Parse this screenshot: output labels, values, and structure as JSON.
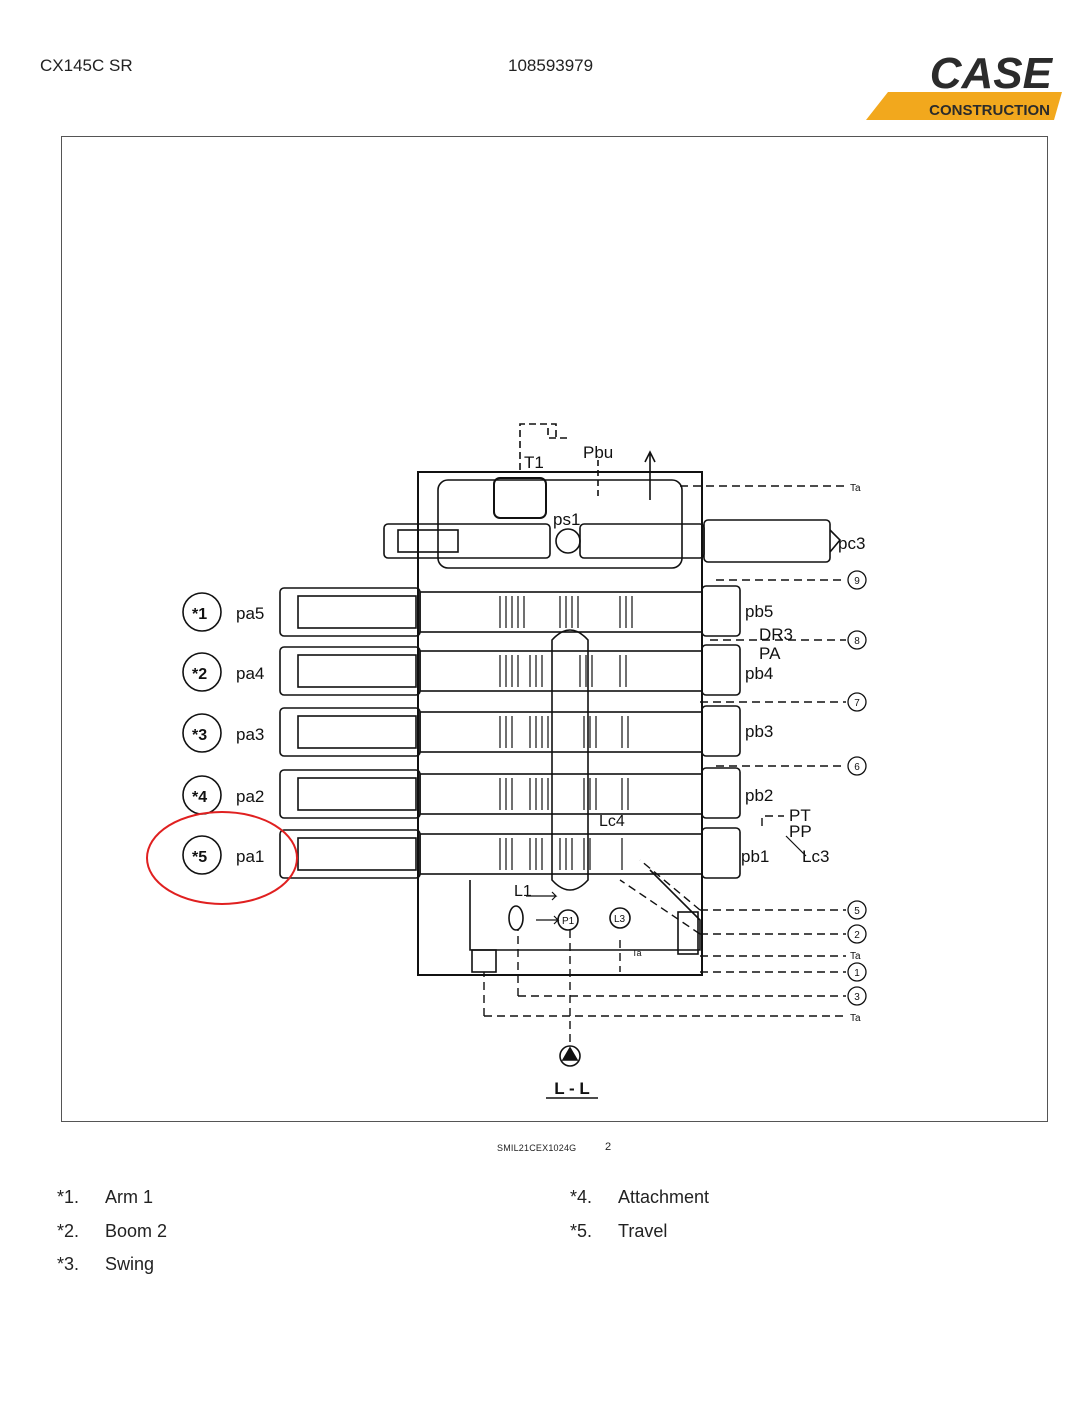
{
  "header": {
    "model": "CX145C SR",
    "doc_number": "108593979",
    "logo_text": "CASE",
    "logo_subtext": "CONSTRUCTION"
  },
  "diagram": {
    "section_label": "L - L",
    "port_labels": {
      "T1": "T1",
      "Pbu": "Pbu",
      "ps1": "ps1",
      "pc3": "pc3",
      "pa5": "pa5",
      "pa4": "pa4",
      "pa3": "pa3",
      "pa2": "pa2",
      "pa1": "pa1",
      "pb5": "pb5",
      "pb4": "pb4",
      "pb3": "pb3",
      "pb2": "pb2",
      "pb1": "pb1",
      "DR3": "DR3",
      "PA": "PA",
      "PT": "PT",
      "PP": "PP",
      "Lc3": "Lc3",
      "Lc4": "Lc4",
      "L1": "L1",
      "P1": "P1",
      "L3": "L3",
      "Ta": "Ta"
    },
    "callouts": [
      "*1",
      "*2",
      "*3",
      "*4",
      "*5"
    ],
    "right_numbers": [
      "9",
      "8",
      "7",
      "6",
      "5",
      "2",
      "1",
      "3"
    ],
    "highlight_color": "#e02020"
  },
  "figure": {
    "ref": "SMIL21CEX1024G",
    "number": "2"
  },
  "legend": [
    {
      "num": "*1.",
      "label": "Arm 1"
    },
    {
      "num": "*2.",
      "label": "Boom 2"
    },
    {
      "num": "*3.",
      "label": "Swing"
    },
    {
      "num": "*4.",
      "label": "Attachment"
    },
    {
      "num": "*5.",
      "label": "Travel"
    }
  ]
}
